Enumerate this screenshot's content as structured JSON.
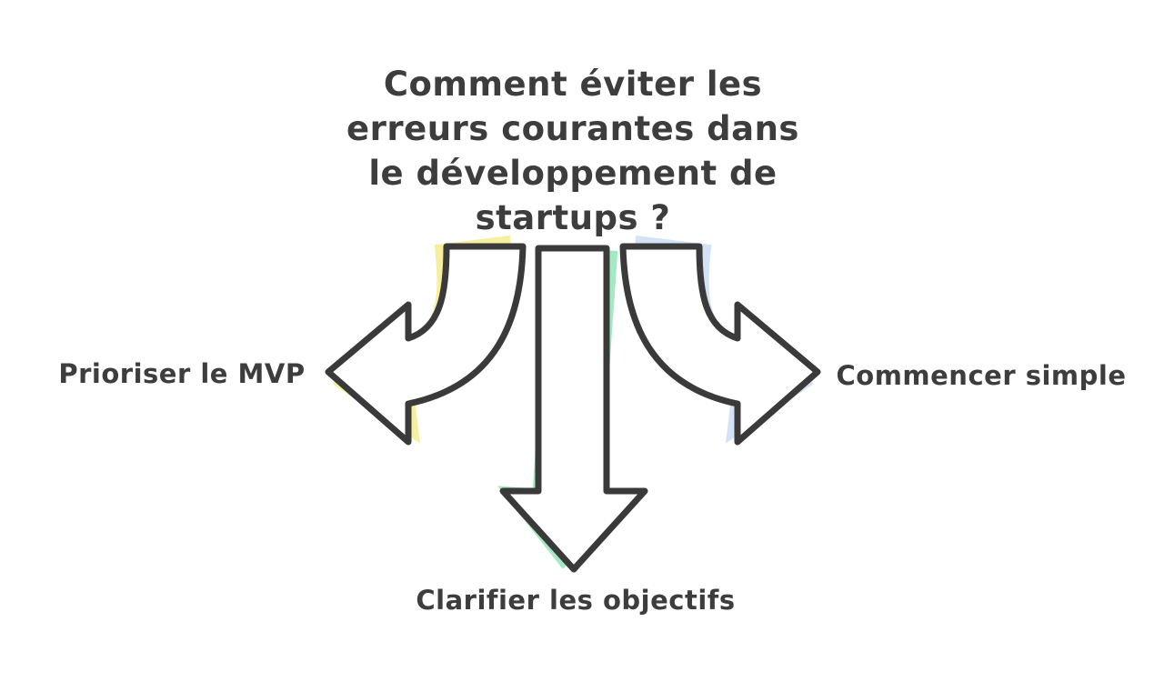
{
  "title": {
    "lines": [
      "Comment éviter les",
      "erreurs courantes dans",
      "le développement de",
      "startups ?"
    ]
  },
  "branches": {
    "left": {
      "label": "Prioriser le MVP"
    },
    "down": {
      "label": "Clarifier les objectifs"
    },
    "right": {
      "label": "Commencer simple"
    }
  },
  "colors": {
    "outline": "#3a3a3a",
    "text": "#3d3d3d",
    "yellow_highlight": "#f7efa0",
    "green_highlight": "#a3e9c1",
    "blue_highlight": "#d3e2f7",
    "background": "#ffffff"
  }
}
